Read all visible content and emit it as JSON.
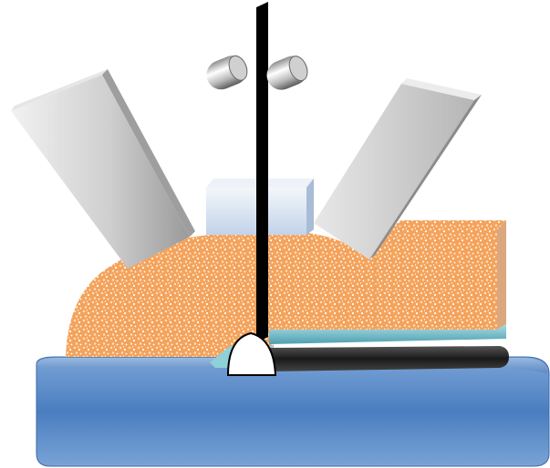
{
  "diagram": {
    "components": [
      {
        "id": "left-panel",
        "kind": "angled plate"
      },
      {
        "id": "right-panel",
        "kind": "angled plate"
      },
      {
        "id": "top-block",
        "kind": "block"
      },
      {
        "id": "left-roller",
        "kind": "roller"
      },
      {
        "id": "right-roller",
        "kind": "roller"
      },
      {
        "id": "vertical-blade",
        "kind": "blade"
      },
      {
        "id": "powder-bed",
        "kind": "granular material"
      },
      {
        "id": "cyan-strip",
        "kind": "layer"
      },
      {
        "id": "dark-strip",
        "kind": "layer"
      },
      {
        "id": "base-platform",
        "kind": "platform"
      }
    ],
    "colors": {
      "base": "#4a7ec0",
      "powder": "#f4a35c",
      "powder_speckle": "#fde2c4",
      "panel": "#c9c9c9",
      "panel_shade": "#8c8c8c",
      "block": "#dfe7f3",
      "blade": "#000000",
      "cyan_layer": "#6fc0cc",
      "dark_layer": "#222222",
      "side_face": "#dba77e"
    }
  }
}
